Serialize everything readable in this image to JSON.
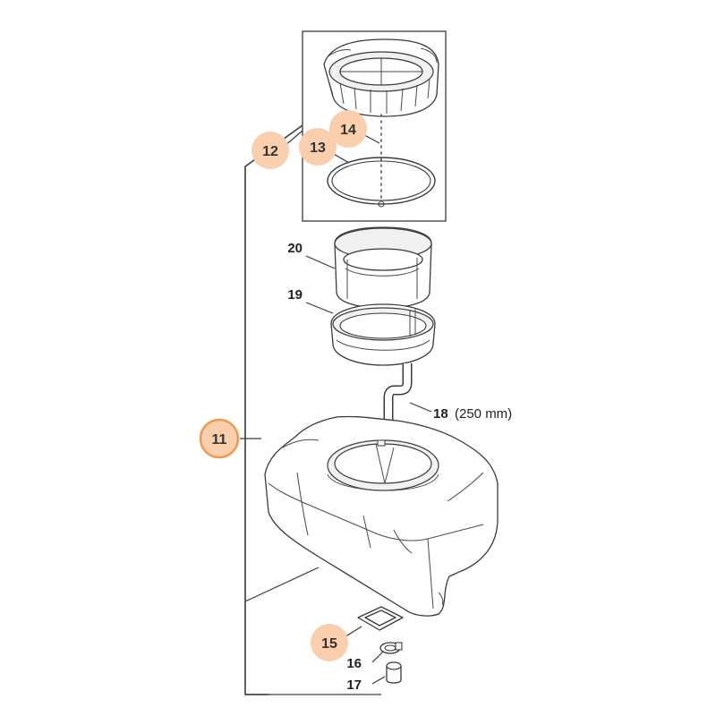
{
  "accent_color": "#f9cfae",
  "highlight_color": "#ec9a52",
  "callouts": [
    {
      "id": "11",
      "label": "11",
      "selected": true
    },
    {
      "id": "12",
      "label": "12"
    },
    {
      "id": "13",
      "label": "13"
    },
    {
      "id": "14",
      "label": "14"
    },
    {
      "id": "15",
      "label": "15"
    }
  ],
  "labels": [
    {
      "id": "16",
      "label": "16"
    },
    {
      "id": "17",
      "label": "17"
    },
    {
      "id": "18",
      "label": "18",
      "suffix": "(250 mm)"
    },
    {
      "id": "19",
      "label": "19"
    },
    {
      "id": "20",
      "label": "20"
    }
  ]
}
